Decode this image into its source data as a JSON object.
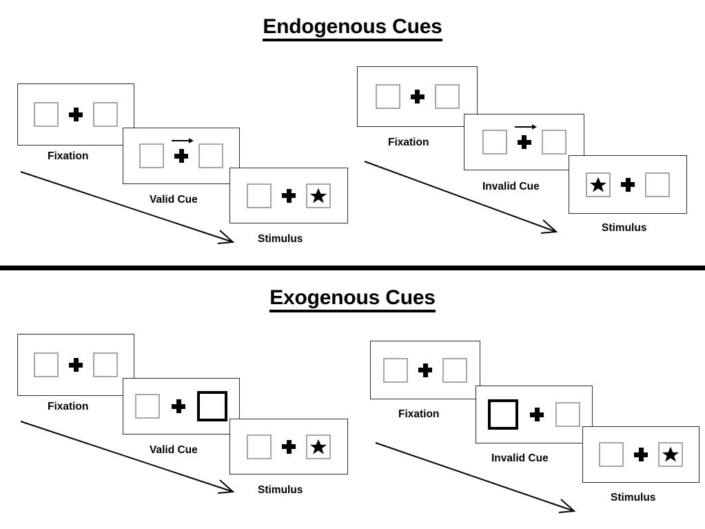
{
  "figure": {
    "title_top": "Endogenous Cues",
    "title_bottom": "Exogenous Cues"
  },
  "sections": [
    {
      "id": "endogenous",
      "title": "Endogenous Cues",
      "columns": [
        {
          "id": "endogenous-valid",
          "panels": [
            {
              "id": "fixation",
              "label": "Fixation",
              "left_box": "empty",
              "right_box": "empty",
              "cue": "none",
              "arrow_direction": ""
            },
            {
              "id": "valid-cue",
              "label": "Valid Cue",
              "left_box": "empty",
              "right_box": "empty",
              "cue": "arrow-right",
              "arrow_direction": "right"
            },
            {
              "id": "stimulus",
              "label": "Stimulus",
              "left_box": "empty",
              "right_box": "star",
              "cue": "none",
              "arrow_direction": ""
            }
          ]
        },
        {
          "id": "endogenous-invalid",
          "panels": [
            {
              "id": "fixation",
              "label": "Fixation",
              "left_box": "empty",
              "right_box": "empty",
              "cue": "none",
              "arrow_direction": ""
            },
            {
              "id": "invalid-cue",
              "label": "Invalid Cue",
              "left_box": "empty",
              "right_box": "empty",
              "cue": "arrow-right",
              "arrow_direction": "right"
            },
            {
              "id": "stimulus",
              "label": "Stimulus",
              "left_box": "star",
              "right_box": "empty",
              "cue": "none",
              "arrow_direction": ""
            }
          ]
        }
      ]
    },
    {
      "id": "exogenous",
      "title": "Exogenous Cues",
      "columns": [
        {
          "id": "exogenous-valid",
          "panels": [
            {
              "id": "fixation",
              "label": "Fixation",
              "left_box": "empty",
              "right_box": "empty",
              "cue": "none",
              "arrow_direction": ""
            },
            {
              "id": "valid-cue",
              "label": "Valid Cue",
              "left_box": "empty",
              "right_box": "highlight",
              "cue": "box-flash",
              "arrow_direction": ""
            },
            {
              "id": "stimulus",
              "label": "Stimulus",
              "left_box": "empty",
              "right_box": "star",
              "cue": "none",
              "arrow_direction": ""
            }
          ]
        },
        {
          "id": "exogenous-invalid",
          "panels": [
            {
              "id": "fixation",
              "label": "Fixation",
              "left_box": "empty",
              "right_box": "empty",
              "cue": "none",
              "arrow_direction": ""
            },
            {
              "id": "invalid-cue",
              "label": "Invalid Cue",
              "left_box": "highlight",
              "right_box": "empty",
              "cue": "box-flash",
              "arrow_direction": ""
            },
            {
              "id": "stimulus",
              "label": "Stimulus",
              "left_box": "empty",
              "right_box": "star",
              "cue": "none",
              "arrow_direction": ""
            }
          ]
        }
      ]
    }
  ],
  "colors": {
    "background": "#ffffff",
    "frame_border": "#2b2b2b",
    "box_border": "#a6a6a6",
    "cued_box_border": "#000000",
    "text": "#000000",
    "divider": "#000000"
  },
  "icons": {
    "fixation_cross": "plus-icon",
    "target": "star-icon",
    "endogenous_cue": "arrow-right-icon",
    "sequence_flow": "time-flow-arrow-icon"
  }
}
